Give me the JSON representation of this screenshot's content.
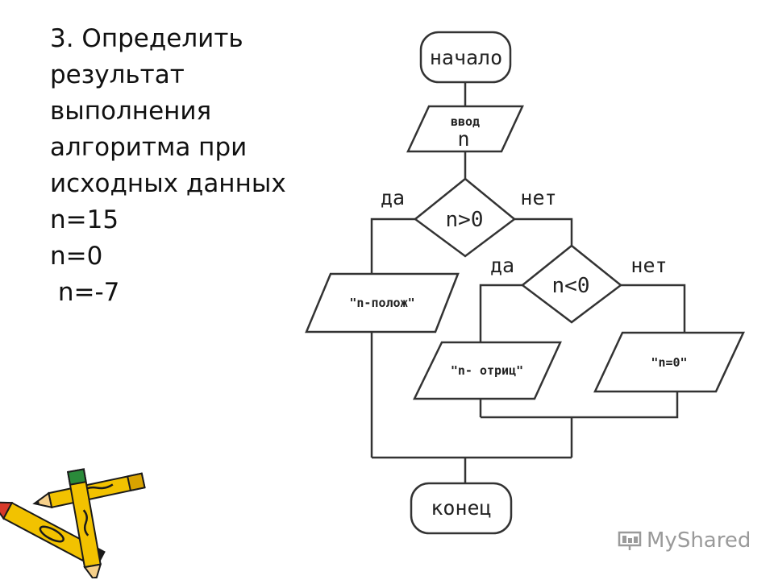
{
  "task": {
    "lines": [
      "3. Определить",
      "результат",
      "выполнения",
      "алгоритма при",
      "исходных данных",
      "n=15",
      "n=0",
      " n=-7"
    ]
  },
  "flowchart": {
    "start": "начало",
    "input_line1": "ввод",
    "input_line2": "n",
    "cond1": "n>0",
    "cond1_yes": "да",
    "cond1_no": "нет",
    "cond2": "n<0",
    "cond2_yes": "да",
    "cond2_no": "нет",
    "out_positive": "\"n-полож\"",
    "out_negative": "\"n- отриц\"",
    "out_zero": "\"n=0\"",
    "end": "конец"
  },
  "watermark": {
    "text": "MyShared"
  },
  "colors": {
    "line": "#333333",
    "pencil_body": "#f2c200",
    "pencil_dark": "#1a1a1a",
    "pencil_tip": "#d83a2a"
  }
}
